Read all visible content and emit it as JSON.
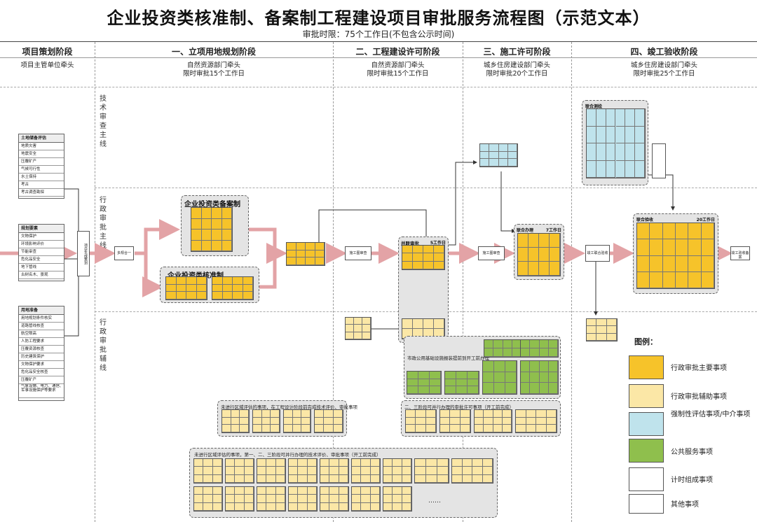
{
  "header": {
    "title": "企业投资类核准制、备案制工程建设项目审批服务流程图（示范文本）",
    "subtitle": "审批时限：75个工作日(不包含公示时间)"
  },
  "phases": [
    {
      "title": "项目策划阶段",
      "lead": "项目主管单位牵头",
      "limit": ""
    },
    {
      "title": "一、立项用地规划阶段",
      "lead": "自然资源部门牵头",
      "limit": "限时审批15个工作日"
    },
    {
      "title": "二、工程建设许可阶段",
      "lead": "自然资源部门牵头",
      "limit": "限时审批15个工作日"
    },
    {
      "title": "三、施工许可阶段",
      "lead": "城乡住房建设部门牵头",
      "limit": "限时审批20个工作日"
    },
    {
      "title": "四、竣工验收阶段",
      "lead": "城乡住房建设部门牵头",
      "limit": "限时审批25个工作日"
    }
  ],
  "lanes": {
    "tech_review": "技术审查主线",
    "admin_main": "行政审批主线",
    "admin_aux": "行政审批辅线"
  },
  "groups": {
    "filing": "企业投资类备案制",
    "approval": "企业投资类核准制",
    "parallel_review": "并联审批",
    "parallel_days": "5工作日",
    "joint_work": "联合办理",
    "joint_days": "7工作日",
    "joint_accept": "联合验收",
    "joint_accept_days": "20工作日",
    "joint_survey": "联合测绘",
    "public_service_note": "市政公用基础设施报装提前到开工前办理",
    "public_service_sub": "前办理",
    "pending_note_1": "未进行区域评估的事项，在工程设计阶段前完成技术评价、审批事项",
    "pending_note_2": "二、三阶段可并行办理的审批许可事项（开工前完成）",
    "pending_note_3": "未进行区域评估的事项，第一、二、三阶段可并行办理的技术评价、审批事项（开工前完成）",
    "ellipsis": "……"
  },
  "survey_lists": {
    "land": {
      "head": "土地储备评估",
      "items": [
        "地质灾害",
        "地震安全",
        "压覆矿产",
        "气候可行性",
        "水土保持",
        "考古",
        "考古调查勘探"
      ]
    },
    "environment": {
      "head": "规划要素",
      "items": [
        "文物保护",
        "环境影响评价",
        "节能审查",
        "危化品安全",
        "地下管线",
        "古树名木、景观"
      ]
    },
    "planning": {
      "head": "用地准备",
      "items": [
        "用地规划条件核实",
        "道路管线核查",
        "航空限高",
        "人防工程要求",
        "压覆资源核查",
        "历史建筑保护",
        "文物保护要求",
        "危化品安全核查",
        "压覆矿产",
        "气象设施、电力、通信、军事设施保护等要求"
      ]
    }
  },
  "flow_nodes": {
    "project_gen": "项目生成策划",
    "filing_box": "多规合一",
    "stage2_box": "施工图审查",
    "stage3_box": "施工图审查",
    "stage4_box": "竣工联合验收",
    "final_box": "竣工验收备案"
  },
  "legend": {
    "title": "图例：",
    "items": [
      {
        "label": "行政审批主要事项",
        "color": "#f6c32a"
      },
      {
        "label": "行政审批辅助事项",
        "color": "#fbe7a6"
      },
      {
        "label": "强制性评估事项/中介事项",
        "color": "#bfe3ec"
      },
      {
        "label": "公共服务事项",
        "color": "#8fbf4d"
      },
      {
        "label": "计时组成事项",
        "color": "#ffffff"
      },
      {
        "label": "其他事项",
        "color": "#ffffff"
      }
    ]
  },
  "colors": {
    "main": "#f6c32a",
    "aux": "#fbe7a6",
    "intermediary": "#bfe3ec",
    "public": "#8fbf4d",
    "arrow": "#e3a3a6",
    "group_bg": "#e4e4e4"
  }
}
